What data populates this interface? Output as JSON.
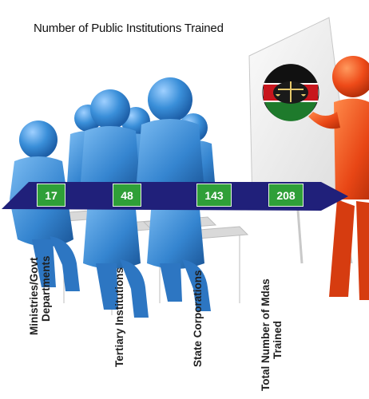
{
  "title": "Number of Public  Institutions Trained",
  "stats": [
    {
      "value": "17",
      "label_lines": [
        "Ministries/Govt",
        "Departments"
      ]
    },
    {
      "value": "48",
      "label_lines": [
        "Tertiary Institutions"
      ]
    },
    {
      "value": "143",
      "label_lines": [
        "State Corporations"
      ]
    },
    {
      "value": "208",
      "label_lines": [
        "Total Number of Mdas",
        "Trained"
      ]
    }
  ],
  "colors": {
    "arrow": "#20207a",
    "value_box": "#2f9f38",
    "audience_figures": "#3d8fd8",
    "presenter": "#ee4a18",
    "board": "#f2f2f2"
  },
  "icons": [
    "audience-figures",
    "presenter-figure",
    "presentation-board",
    "court-emblem-logo"
  ]
}
